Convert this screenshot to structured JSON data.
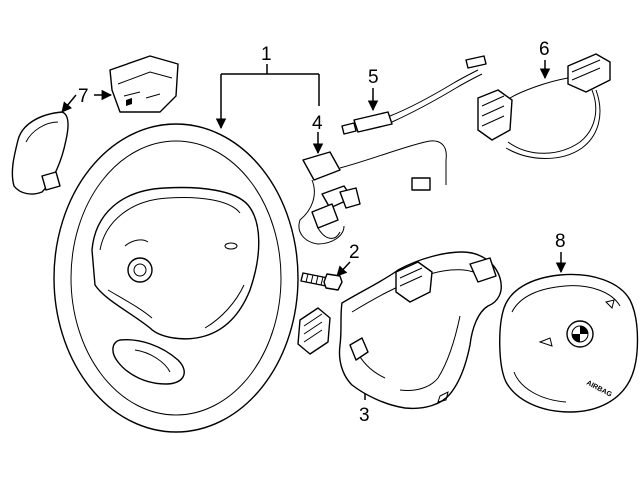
{
  "callouts": [
    {
      "id": "c1",
      "text": "1"
    },
    {
      "id": "c2",
      "text": "2"
    },
    {
      "id": "c3",
      "text": "3"
    },
    {
      "id": "c4",
      "text": "4"
    },
    {
      "id": "c5",
      "text": "5"
    },
    {
      "id": "c6",
      "text": "6"
    },
    {
      "id": "c7",
      "text": "7"
    },
    {
      "id": "c8",
      "text": "8"
    }
  ],
  "airbag_emblem": "AIRBAG"
}
